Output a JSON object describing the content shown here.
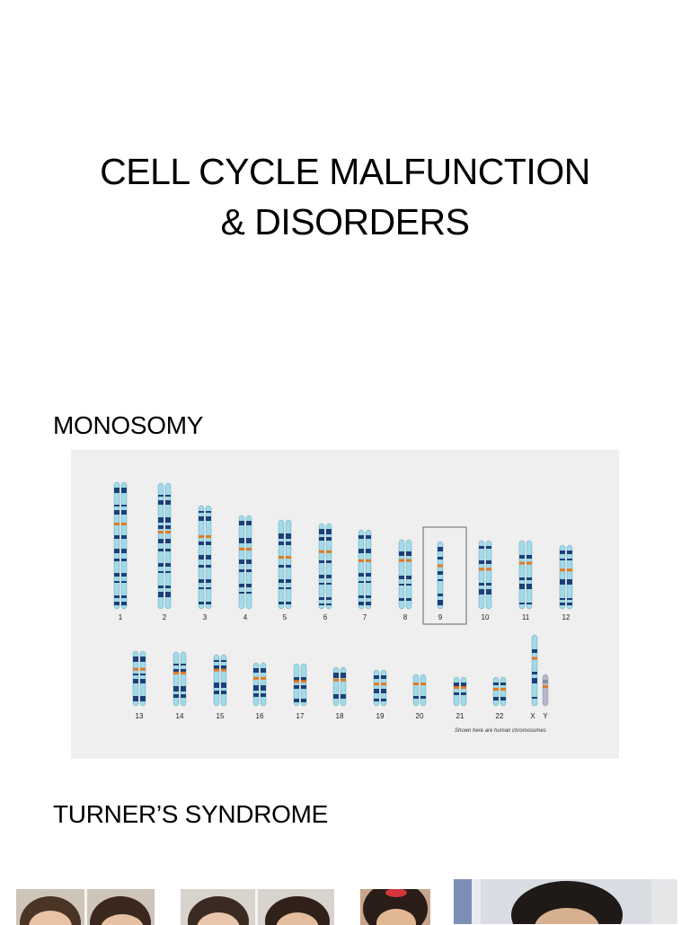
{
  "title": {
    "line1": "CELL CYCLE MALFUNCTION",
    "line2": "& DISORDERS"
  },
  "sections": {
    "monosomy": "MONOSOMY",
    "turner": "TURNER’S SYNDROME"
  },
  "karyotype": {
    "caption": "Shown here are human chromosomes",
    "highlighted": "9",
    "colors": {
      "light": "#9fdbe8",
      "dark": "#1c3f79",
      "centromere": "#e07a1f",
      "gray": "#b8b8cc"
    },
    "row1": [
      "1",
      "2",
      "3",
      "4",
      "5",
      "6",
      "7",
      "8",
      "9",
      "10",
      "11",
      "12"
    ],
    "row2": [
      "13",
      "14",
      "15",
      "16",
      "17",
      "18",
      "19",
      "20",
      "21",
      "22",
      "X",
      "Y"
    ]
  }
}
